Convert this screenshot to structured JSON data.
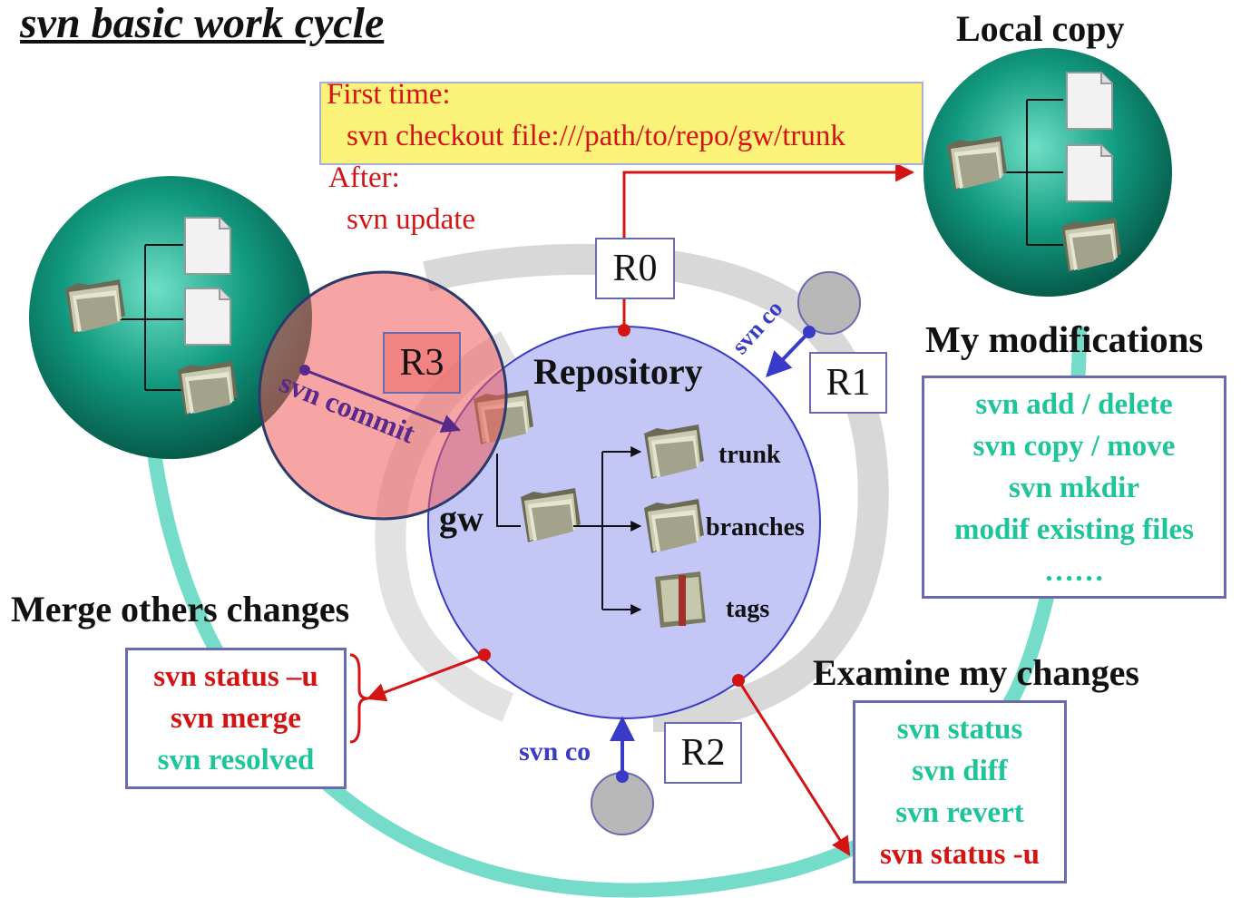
{
  "title": "svn basic work cycle",
  "labels": {
    "local_copy": "Local copy",
    "my_modifications": "My modifications",
    "merge_others": "Merge others changes",
    "examine": "Examine my changes",
    "repository": "Repository",
    "gw": "gw",
    "trunk": "trunk",
    "branches": "branches",
    "tags": "tags"
  },
  "checkout_note": {
    "first_time": "First time:",
    "checkout_cmd": "svn checkout file:///path/to/repo/gw/trunk",
    "after": "After:",
    "update_cmd": "svn update"
  },
  "revisions": {
    "r0": "R0",
    "r1": "R1",
    "r2": "R2",
    "r3": "R3"
  },
  "edge_labels": {
    "svn_co_top": "svn co",
    "svn_co_bottom": "svn co",
    "svn_commit": "svn commit"
  },
  "modifications": [
    "svn add / delete",
    "svn copy / move",
    "svn mkdir",
    "modif existing files",
    "……"
  ],
  "merge_cmds": [
    "svn status –u",
    "svn merge",
    "svn resolved"
  ],
  "examine_cmds": [
    "svn status",
    "svn diff",
    "svn revert",
    "svn status -u"
  ],
  "colors": {
    "accent_red": "#d41414",
    "accent_green": "#1ec49a",
    "repo_fill": "#c4c6f6",
    "teal": "#0f8f78"
  }
}
